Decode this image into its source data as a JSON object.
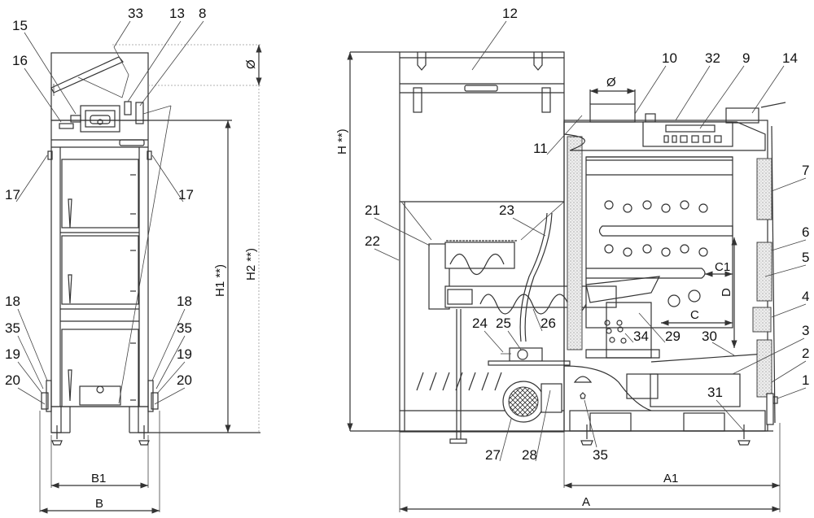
{
  "title": "Pellet boiler technical drawing — front and side section views",
  "front_view": {
    "callouts": [
      "33",
      "13",
      "8",
      "15",
      "16",
      "17",
      "17",
      "18",
      "35",
      "19",
      "20",
      "18",
      "35",
      "19",
      "20"
    ],
    "dimensions": {
      "diameter": "Ø",
      "h1": "H1 **)",
      "h2": "H2 **)",
      "b1": "B1",
      "b": "B"
    }
  },
  "side_view": {
    "callouts": [
      "12",
      "10",
      "32",
      "9",
      "14",
      "11",
      "7",
      "6",
      "5",
      "4",
      "3",
      "2",
      "1",
      "21",
      "23",
      "22",
      "24",
      "25",
      "26",
      "34",
      "29",
      "30",
      "31",
      "27",
      "28",
      "35"
    ],
    "dimensions": {
      "h": "H **)",
      "diameter": "Ø",
      "c1": "C1",
      "d": "D",
      "c": "C",
      "a1": "A1",
      "a": "A"
    }
  }
}
